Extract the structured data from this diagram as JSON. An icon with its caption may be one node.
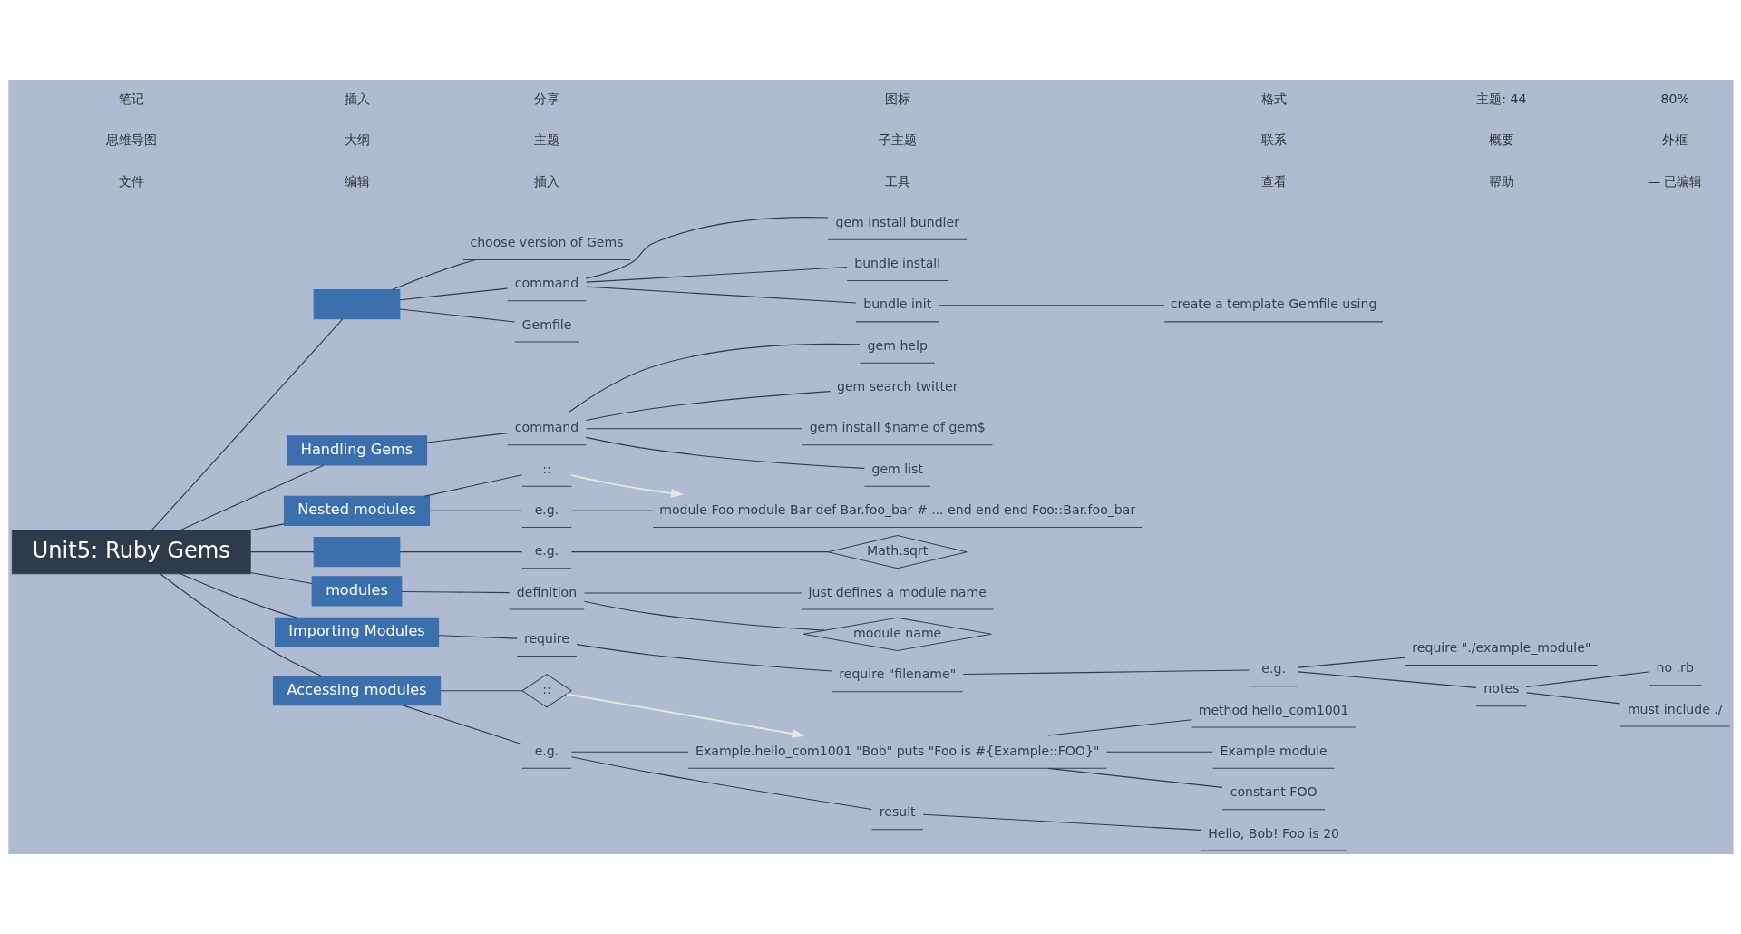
{
  "diagram": {
    "nodes": [
      {
        "text": [
          "Unit5: Ruby Gems"
        ]
      },
      {
        "text": [],
        "shape": "box"
      },
      {
        "text": [
          "choose version of Gems"
        ]
      },
      {
        "text": [
          "command"
        ]
      },
      {
        "text": [
          "gem install bundler"
        ]
      },
      {
        "text": [
          "bundle install"
        ]
      },
      {
        "text": [
          "bundle init"
        ]
      },
      {
        "text": [
          "create a template Gemfile using"
        ]
      },
      {
        "text": [
          "Gemfile"
        ]
      },
      {
        "text": [
          "Handling Gems"
        ]
      },
      {
        "text": [
          "command"
        ]
      },
      {
        "text": [
          "gem help"
        ]
      },
      {
        "text": [
          "gem search twitter"
        ]
      },
      {
        "text": [
          "gem install $name of gem$"
        ]
      },
      {
        "text": [
          "gem list"
        ]
      },
      {
        "text": [
          "Nested modules"
        ]
      },
      {
        "text": [
          "::"
        ]
      },
      {
        "text": [
          "e.g."
        ]
      },
      {
        "text": [
          "module Foo module Bar def Bar.foo_bar # ... end end end Foo::Bar.foo_bar"
        ]
      },
      {
        "text": [],
        "shape": "box"
      },
      {
        "text": [
          "e.g."
        ]
      },
      {
        "text": [
          "Math.sqrt"
        ]
      },
      {
        "text": [
          "modules"
        ]
      },
      {
        "text": [
          "definition"
        ]
      },
      {
        "text": [
          "just defines a module name"
        ]
      },
      {
        "text": [
          "module name"
        ]
      },
      {
        "text": [
          "Importing Modules"
        ]
      },
      {
        "text": [
          "require"
        ]
      },
      {
        "text": [
          "require \"filename\""
        ]
      },
      {
        "text": [
          "e.g."
        ]
      },
      {
        "text": [
          "require \"./example_module\""
        ]
      },
      {
        "text": [
          "notes"
        ]
      },
      {
        "text": [
          "no .rb"
        ]
      },
      {
        "text": [
          "must include ./"
        ]
      },
      {
        "text": [
          "Accessing modules"
        ]
      },
      {
        "text": [
          "::"
        ]
      },
      {
        "text": [
          "e.g."
        ]
      },
      {
        "text": [
          "Example.hello_com1001 \"Bob\" puts \"Foo is #{Example::FOO}\""
        ]
      },
      {
        "text": [
          "method hello_com1001"
        ]
      },
      {
        "text": [
          "Example module"
        ]
      },
      {
        "text": [
          "constant FOO"
        ]
      },
      {
        "text": [
          "result"
        ]
      },
      {
        "text": [
          "Hello, Bob! Foo is 20"
        ]
      }
    ],
    "edges": [
      {
        "from": 0,
        "to": 1,
        "arrow": "none"
      },
      {
        "from": 1,
        "to": 2,
        "arrow": "none"
      },
      {
        "from": 1,
        "to": 3,
        "arrow": "none"
      },
      {
        "from": 3,
        "to": 4,
        "arrow": "none"
      },
      {
        "from": 3,
        "to": 5,
        "arrow": "none"
      },
      {
        "from": 3,
        "to": 6,
        "arrow": "none"
      },
      {
        "from": 6,
        "to": 7,
        "arrow": "none"
      },
      {
        "from": 1,
        "to": 8,
        "arrow": "none"
      },
      {
        "from": 0,
        "to": 9,
        "arrow": "none"
      },
      {
        "from": 9,
        "to": 10,
        "arrow": "none"
      },
      {
        "from": 10,
        "to": 11,
        "arrow": "none"
      },
      {
        "from": 10,
        "to": 12,
        "arrow": "none"
      },
      {
        "from": 10,
        "to": 13,
        "arrow": "none"
      },
      {
        "from": 10,
        "to": 14,
        "arrow": "none"
      },
      {
        "from": 0,
        "to": 15,
        "arrow": "none"
      },
      {
        "from": 15,
        "to": 16,
        "arrow": "none"
      },
      {
        "from": 15,
        "to": 17,
        "arrow": "none"
      },
      {
        "from": 17,
        "to": 18,
        "arrow": "none"
      },
      {
        "from": 0,
        "to": 19,
        "arrow": "none"
      },
      {
        "from": 19,
        "to": 20,
        "arrow": "none"
      },
      {
        "from": 20,
        "to": 21,
        "arrow": "none"
      },
      {
        "from": 0,
        "to": 22,
        "arrow": "none"
      },
      {
        "from": 22,
        "to": 23,
        "arrow": "none"
      },
      {
        "from": 23,
        "to": 24,
        "arrow": "none"
      },
      {
        "from": 23,
        "to": 25,
        "arrow": "none"
      },
      {
        "from": 0,
        "to": 26,
        "arrow": "none"
      },
      {
        "from": 26,
        "to": 27,
        "arrow": "none"
      },
      {
        "from": 27,
        "to": 28,
        "arrow": "none"
      },
      {
        "from": 28,
        "to": 29,
        "arrow": "none"
      },
      {
        "from": 29,
        "to": 30,
        "arrow": "none"
      },
      {
        "from": 29,
        "to": 31,
        "arrow": "none"
      },
      {
        "from": 31,
        "to": 32,
        "arrow": "none"
      },
      {
        "from": 31,
        "to": 33,
        "arrow": "none"
      },
      {
        "from": 0,
        "to": 34,
        "arrow": "none"
      },
      {
        "from": 34,
        "to": 35,
        "arrow": "none"
      },
      {
        "from": 34,
        "to": 36,
        "arrow": "none"
      },
      {
        "from": 36,
        "to": 37,
        "arrow": "none"
      },
      {
        "from": 37,
        "to": 38,
        "arrow": "none"
      },
      {
        "from": 37,
        "to": 39,
        "arrow": "none"
      },
      {
        "from": 37,
        "to": 40,
        "arrow": "none"
      },
      {
        "from": 36,
        "to": 41,
        "arrow": "none"
      },
      {
        "from": 41,
        "to": 42,
        "arrow": "none"
      },
      {
        "from": 16,
        "to": 18,
        "arrow": "to",
        "color": "#e6e6dc"
      },
      {
        "from": 35,
        "to": 37,
        "arrow": "to",
        "color": "#e6e6dc"
      }
    ],
    "labels": [
      "文件",
      "编辑",
      "插入",
      "工具",
      "查看",
      "帮助",
      "— 已编辑",
      "思维导图",
      "大纲",
      "主题",
      "子主题",
      "联系",
      "概要",
      "外框",
      "笔记",
      "插入",
      "分享",
      "图标",
      "格式",
      "主题: 44",
      "80%"
    ]
  }
}
